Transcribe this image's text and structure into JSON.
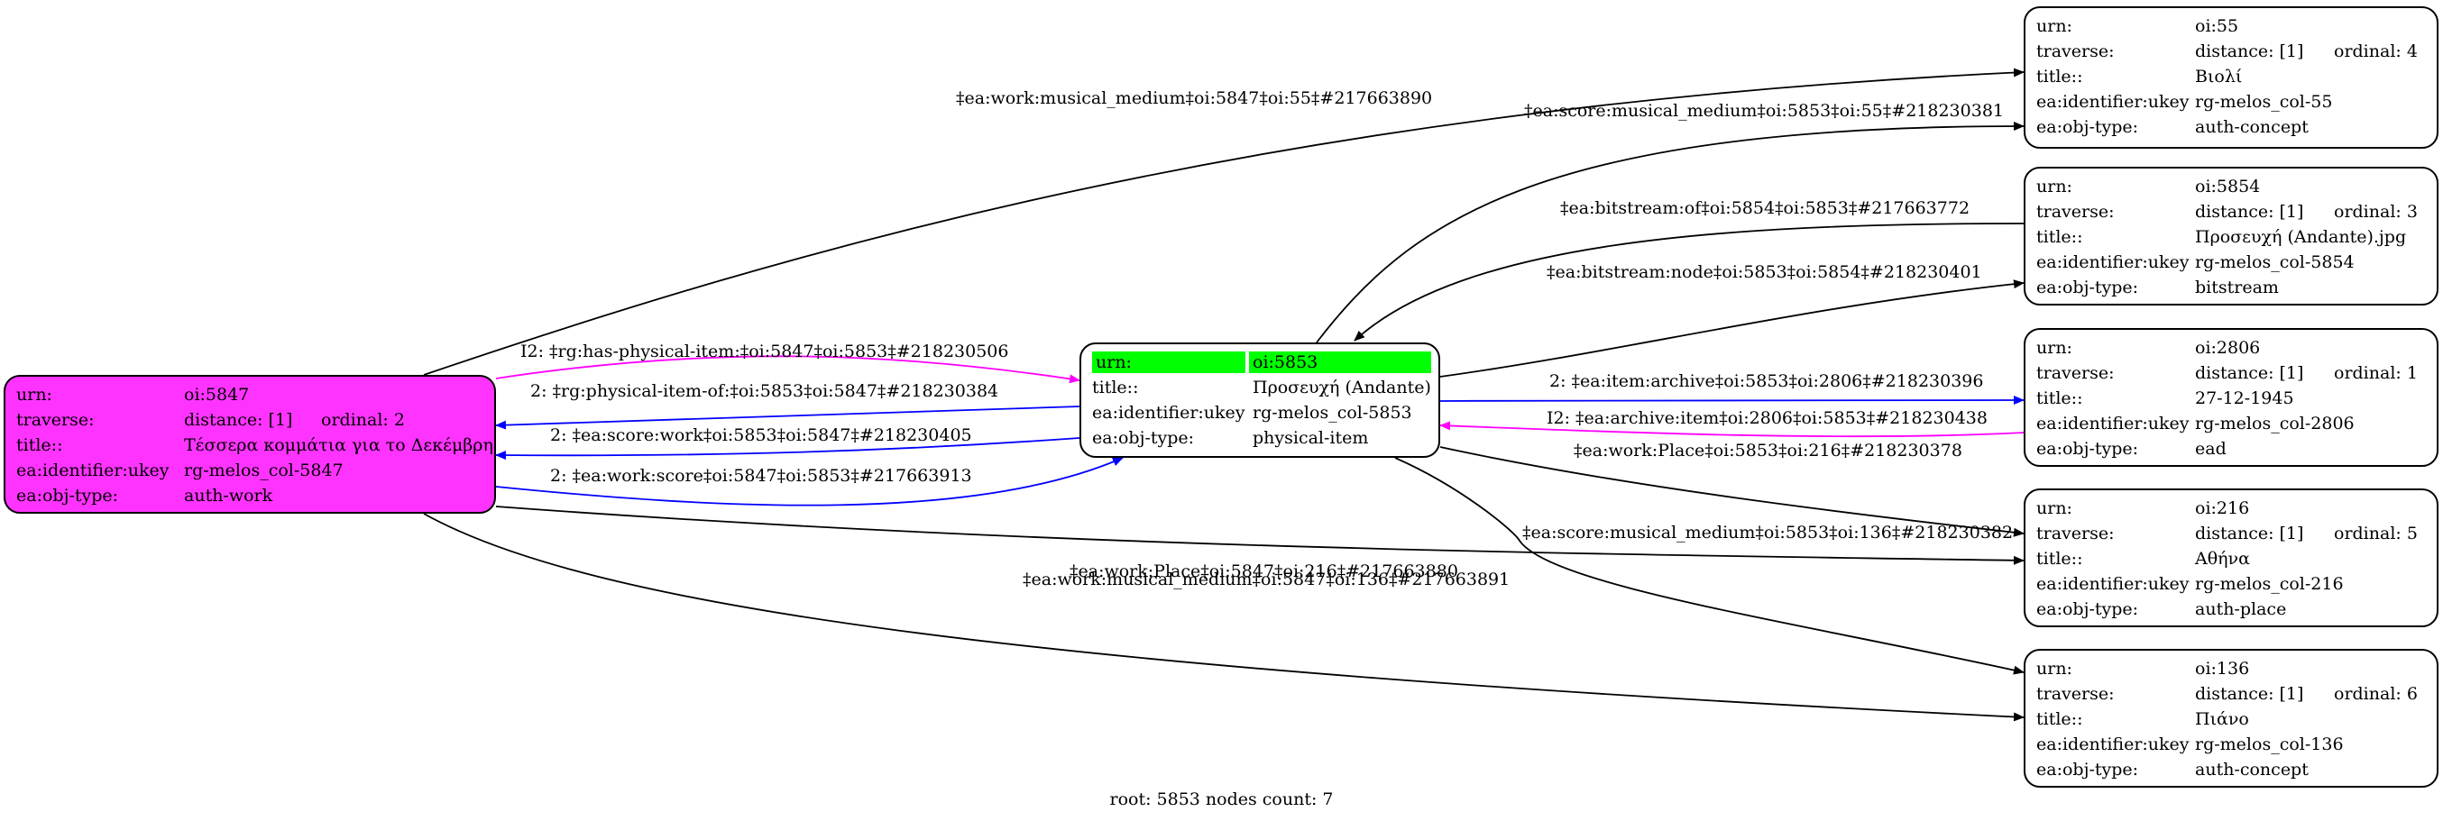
{
  "nodes": {
    "n5847": {
      "rows": [
        {
          "k": "urn:",
          "v": "oi:5847"
        },
        {
          "k": "traverse:",
          "v": "distance: [1]",
          "o": "ordinal: 2"
        },
        {
          "k": "title::",
          "v": "Τέσσερα κομμάτια για το Δεκέμβρη"
        },
        {
          "k": "ea:identifier:ukey",
          "v": "rg-melos_col-5847"
        },
        {
          "k": "ea:obj-type:",
          "v": "auth-work"
        }
      ]
    },
    "n5853": {
      "rows": [
        {
          "k": "urn:",
          "v": "oi:5853"
        },
        {
          "k": "title::",
          "v": "Προσευχή (Andante)"
        },
        {
          "k": "ea:identifier:ukey",
          "v": "rg-melos_col-5853"
        },
        {
          "k": "ea:obj-type:",
          "v": "physical-item"
        }
      ]
    },
    "n55": {
      "rows": [
        {
          "k": "urn:",
          "v": "oi:55"
        },
        {
          "k": "traverse:",
          "v": "distance: [1]",
          "o": "ordinal: 4"
        },
        {
          "k": "title::",
          "v": "Βιολί"
        },
        {
          "k": "ea:identifier:ukey",
          "v": "rg-melos_col-55"
        },
        {
          "k": "ea:obj-type:",
          "v": "auth-concept"
        }
      ]
    },
    "n5854": {
      "rows": [
        {
          "k": "urn:",
          "v": "oi:5854"
        },
        {
          "k": "traverse:",
          "v": "distance: [1]",
          "o": "ordinal: 3"
        },
        {
          "k": "title::",
          "v": "Προσευχή (Andante).jpg"
        },
        {
          "k": "ea:identifier:ukey",
          "v": "rg-melos_col-5854"
        },
        {
          "k": "ea:obj-type:",
          "v": "bitstream"
        }
      ]
    },
    "n2806": {
      "rows": [
        {
          "k": "urn:",
          "v": "oi:2806"
        },
        {
          "k": "traverse:",
          "v": "distance: [1]",
          "o": "ordinal: 1"
        },
        {
          "k": "title::",
          "v": "27-12-1945"
        },
        {
          "k": "ea:identifier:ukey",
          "v": "rg-melos_col-2806"
        },
        {
          "k": "ea:obj-type:",
          "v": "ead"
        }
      ]
    },
    "n216": {
      "rows": [
        {
          "k": "urn:",
          "v": "oi:216"
        },
        {
          "k": "traverse:",
          "v": "distance: [1]",
          "o": "ordinal: 5"
        },
        {
          "k": "title::",
          "v": "Αθήνα"
        },
        {
          "k": "ea:identifier:ukey",
          "v": "rg-melos_col-216"
        },
        {
          "k": "ea:obj-type:",
          "v": "auth-place"
        }
      ]
    },
    "n136": {
      "rows": [
        {
          "k": "urn:",
          "v": "oi:136"
        },
        {
          "k": "traverse:",
          "v": "distance: [1]",
          "o": "ordinal: 6"
        },
        {
          "k": "title::",
          "v": "Πιάνο"
        },
        {
          "k": "ea:identifier:ukey",
          "v": "rg-melos_col-136"
        },
        {
          "k": "ea:obj-type:",
          "v": "auth-concept"
        }
      ]
    }
  },
  "edges": [
    {
      "label": "‡ea:work:musical_medium‡oi:5847‡oi:55‡#217663890",
      "color": "#000000"
    },
    {
      "label": "‡ea:score:musical_medium‡oi:5853‡oi:55‡#218230381",
      "color": "#000000"
    },
    {
      "label": "‡ea:bitstream:of‡oi:5854‡oi:5853‡#217663772",
      "color": "#000000"
    },
    {
      "label": "‡ea:bitstream:node‡oi:5853‡oi:5854‡#218230401",
      "color": "#000000"
    },
    {
      "label": "2: ‡ea:item:archive‡oi:5853‡oi:2806‡#218230396",
      "color": "#0000ff"
    },
    {
      "label": "I2: ‡ea:archive:item‡oi:2806‡oi:5853‡#218230438",
      "color": "#ff00ff"
    },
    {
      "label": "‡ea:work:Place‡oi:5853‡oi:216‡#218230378",
      "color": "#000000"
    },
    {
      "label": "‡ea:score:musical_medium‡oi:5853‡oi:136‡#218230382",
      "color": "#000000"
    },
    {
      "label": "I2: ‡rg:has-physical-item:‡oi:5847‡oi:5853‡#218230506",
      "color": "#ff00ff"
    },
    {
      "label": "2: ‡rg:physical-item-of:‡oi:5853‡oi:5847‡#218230384",
      "color": "#0000ff"
    },
    {
      "label": "2: ‡ea:score:work‡oi:5853‡oi:5847‡#218230405",
      "color": "#0000ff"
    },
    {
      "label": "2: ‡ea:work:score‡oi:5847‡oi:5853‡#217663913",
      "color": "#0000ff"
    },
    {
      "label": "‡ea:work:Place‡oi:5847‡oi:216‡#217663880",
      "color": "#000000"
    },
    {
      "label": "‡ea:work:musical_medium‡oi:5847‡oi:136‡#217663891",
      "color": "#000000"
    }
  ],
  "colors": {
    "root_highlight": "#00ff00",
    "start_node_fill": "#ff33ff"
  },
  "footer": "root: 5853 nodes count: 7"
}
